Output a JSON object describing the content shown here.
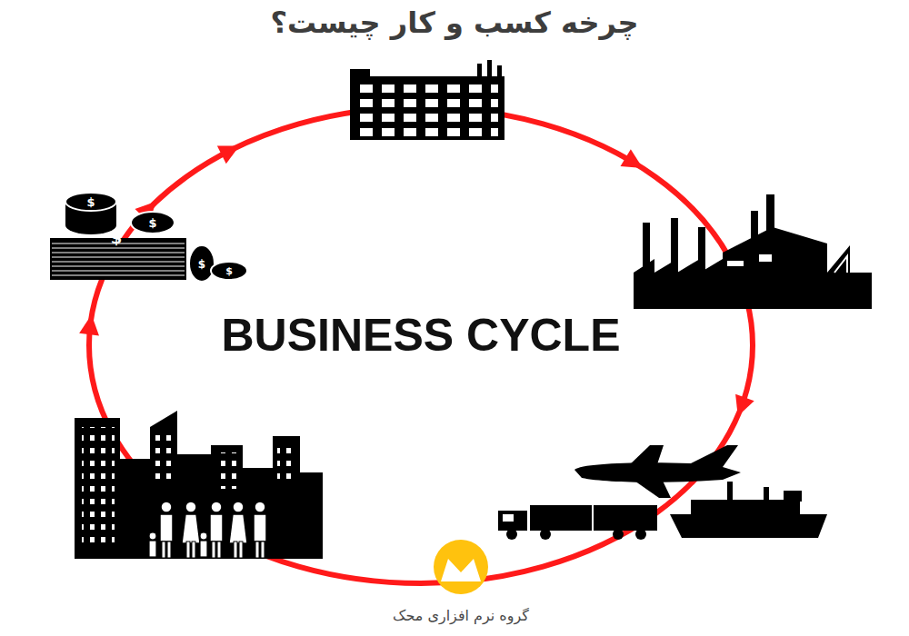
{
  "diagram": {
    "title": "چرخه کسب و کار چیست؟",
    "labels": [
      "BUSINESS CYCLE",
      "گروه نرم افزاری محک"
    ]
  }
}
